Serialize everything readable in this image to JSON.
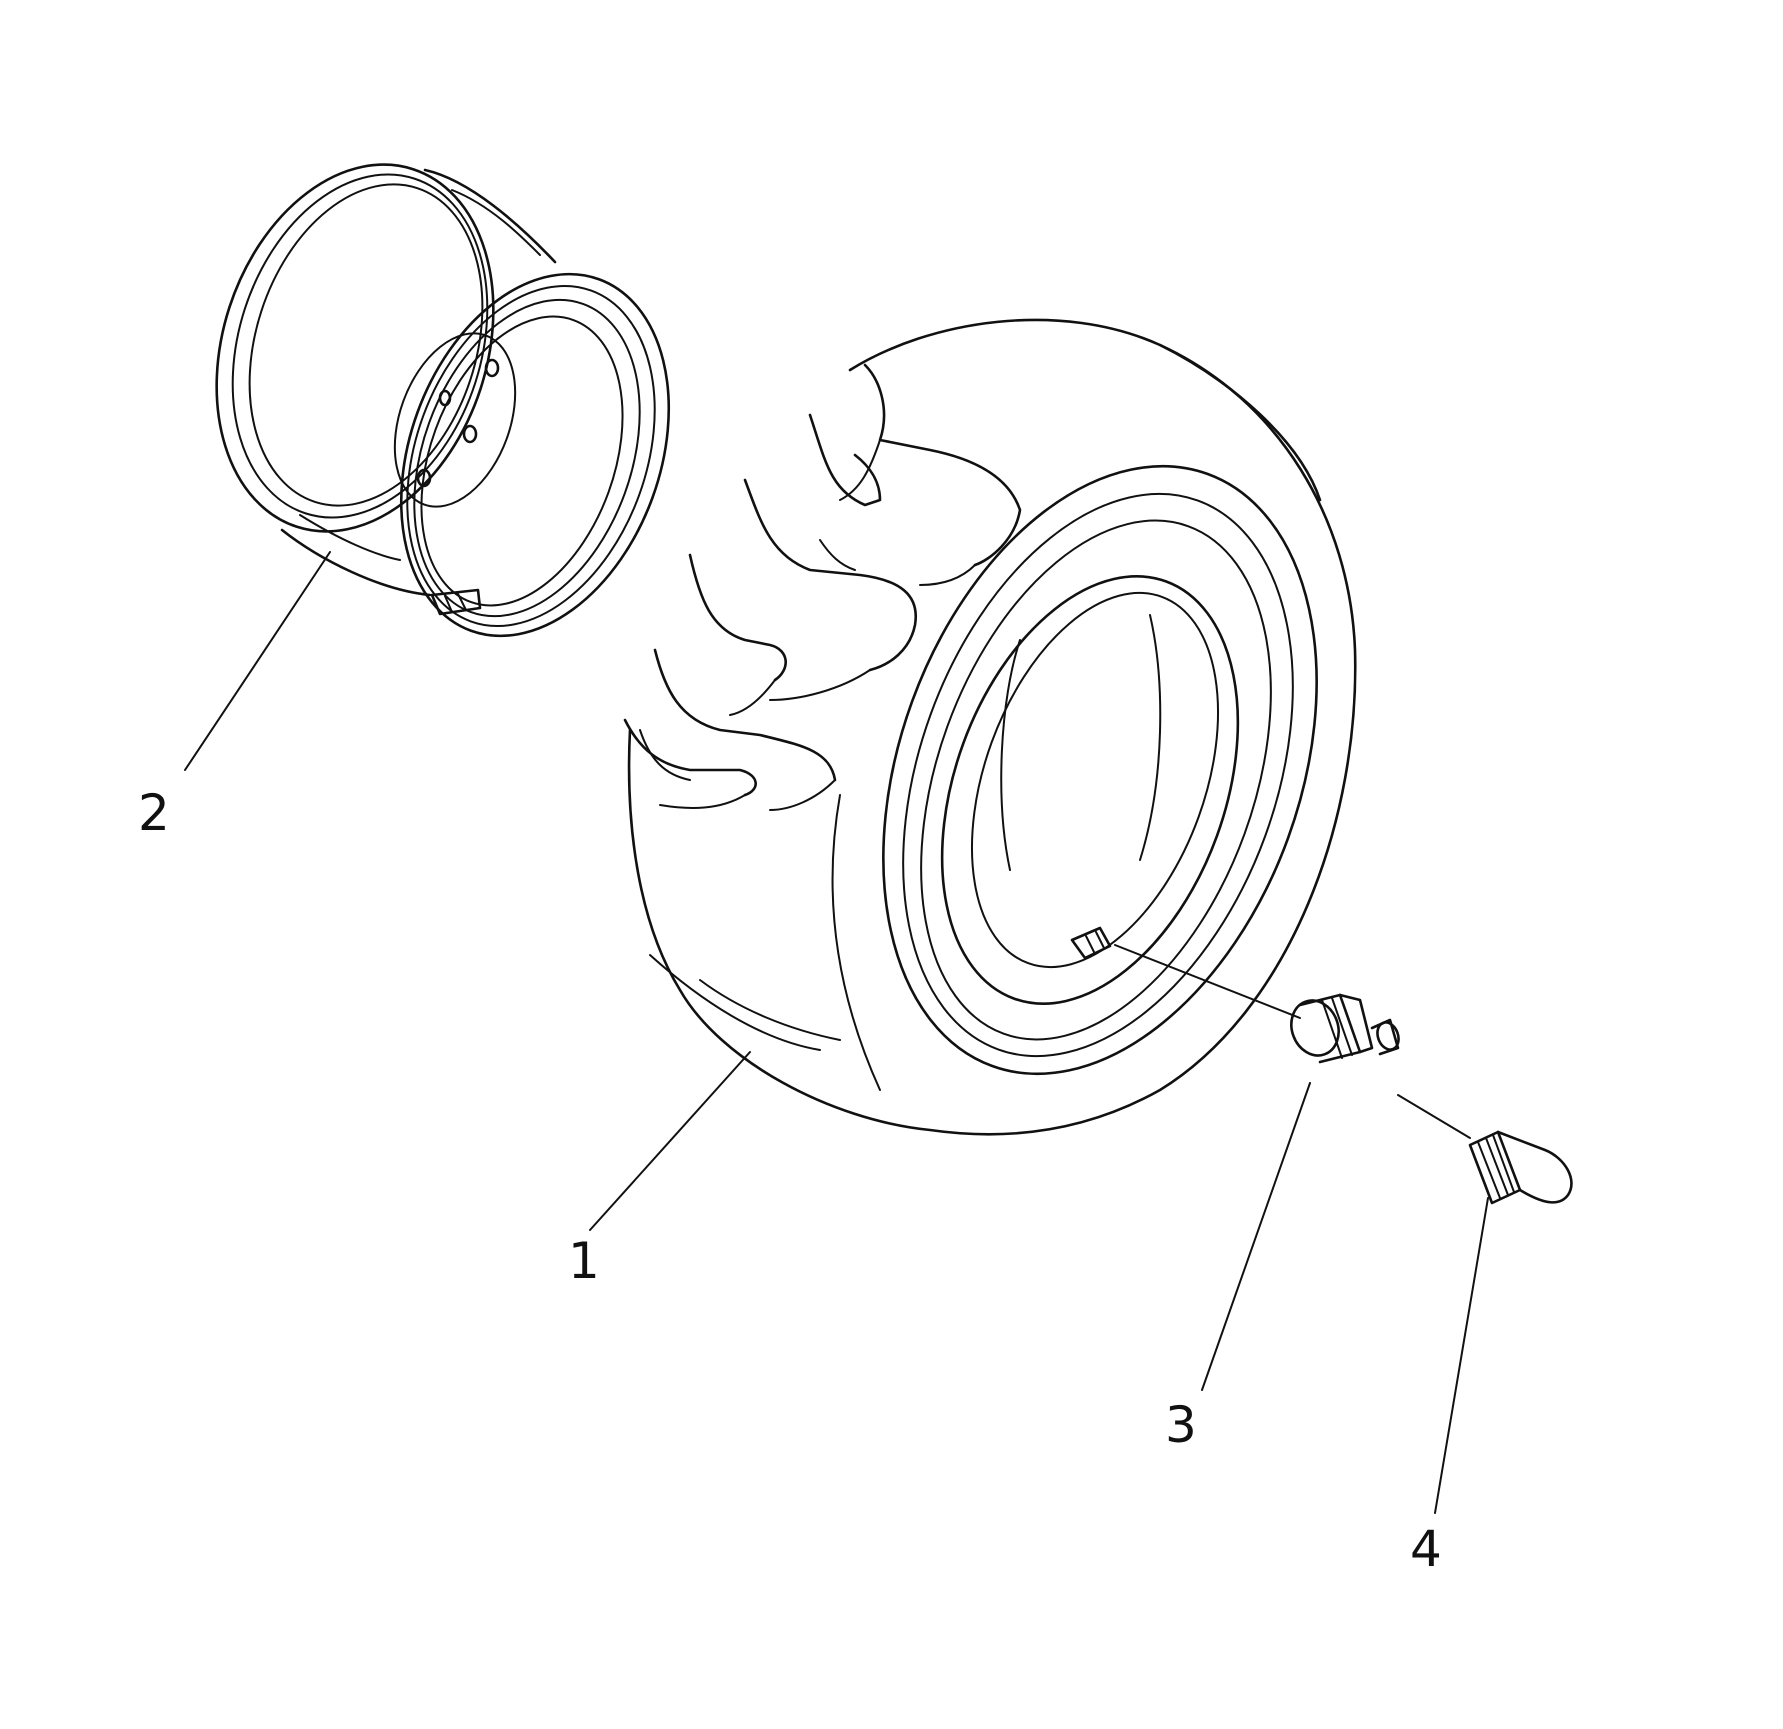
{
  "parts": [
    {
      "id": "tire",
      "label": "1",
      "icon": "tire-icon"
    },
    {
      "id": "rim",
      "label": "2",
      "icon": "wheel-rim-icon"
    },
    {
      "id": "valve-stem",
      "label": "3",
      "icon": "valve-stem-icon"
    },
    {
      "id": "valve-cap",
      "label": "4",
      "icon": "valve-cap-icon"
    }
  ],
  "colors": {
    "ink": "#111111",
    "background": "#ffffff"
  }
}
